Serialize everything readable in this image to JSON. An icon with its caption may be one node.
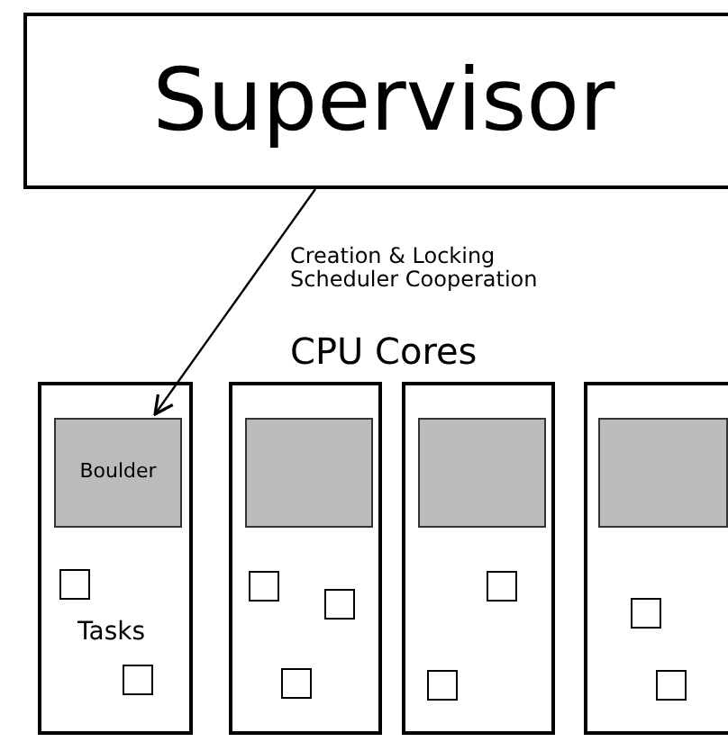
{
  "diagram": {
    "nodes": [
      {
        "text": [
          "Supervisor"
        ]
      },
      {
        "text": [],
        "shape": "box"
      },
      {
        "text": [
          "Boulder"
        ],
        "in": 1
      },
      {
        "text": [],
        "shape": "box",
        "in": 1
      },
      {
        "text": [],
        "shape": "box",
        "in": 1
      },
      {
        "text": [],
        "shape": "box"
      },
      {
        "text": [],
        "shape": "box",
        "in": 5
      },
      {
        "text": [],
        "shape": "box",
        "in": 5
      },
      {
        "text": [],
        "shape": "box",
        "in": 5
      },
      {
        "text": [],
        "shape": "box",
        "in": 5
      },
      {
        "text": [],
        "shape": "box"
      },
      {
        "text": [],
        "shape": "box",
        "in": 10
      },
      {
        "text": [],
        "shape": "box",
        "in": 10
      },
      {
        "text": [],
        "shape": "box",
        "in": 10
      },
      {
        "text": [],
        "shape": "box"
      },
      {
        "text": [],
        "shape": "box",
        "in": 14
      },
      {
        "text": [],
        "shape": "box",
        "in": 14
      },
      {
        "text": [],
        "shape": "box",
        "in": 14
      }
    ],
    "edges": [
      {
        "from": 0,
        "to": 2,
        "arrow": "to",
        "label": "Creation & Locking Scheduler Cooperation"
      }
    ],
    "labels": [
      "CPU Cores",
      "Tasks"
    ]
  }
}
